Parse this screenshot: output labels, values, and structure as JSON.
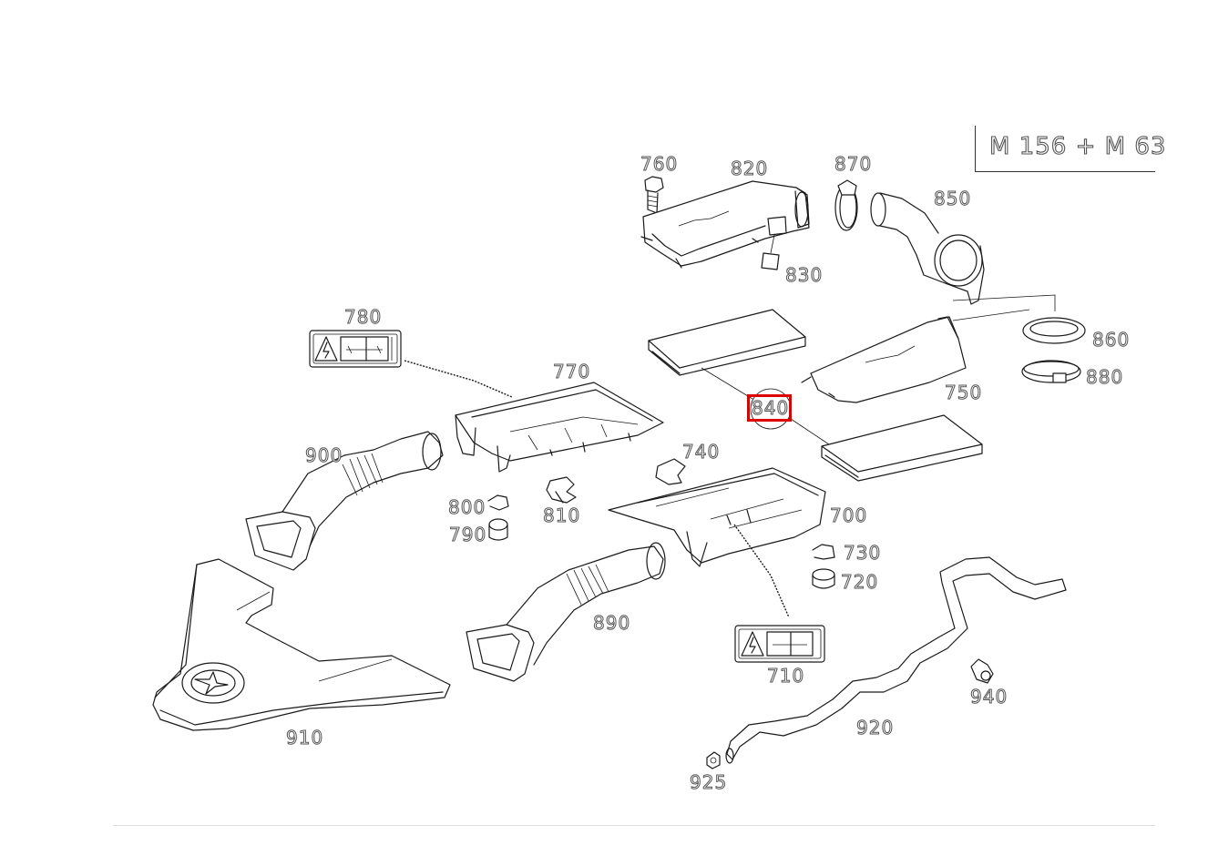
{
  "title": "M 156 + M 63",
  "highlight": {
    "part": "840",
    "color": "#e00000"
  },
  "parts": {
    "p700": "700",
    "p710": "710",
    "p720": "720",
    "p730": "730",
    "p740": "740",
    "p750": "750",
    "p760": "760",
    "p770": "770",
    "p780": "780",
    "p790": "790",
    "p800": "800",
    "p810": "810",
    "p820": "820",
    "p830": "830",
    "p840": "840",
    "p850": "850",
    "p860": "860",
    "p870": "870",
    "p880": "880",
    "p890": "890",
    "p900": "900",
    "p910": "910",
    "p920": "920",
    "p925": "925",
    "p940": "940"
  }
}
